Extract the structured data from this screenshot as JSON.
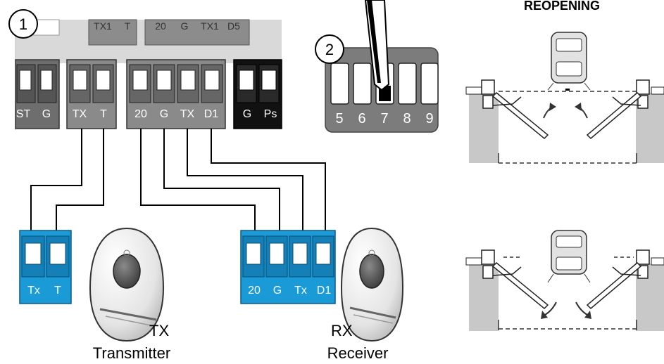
{
  "step1": {
    "number": "1"
  },
  "step2": {
    "number": "2"
  },
  "top_strip": {
    "labels": [
      "TX1",
      "T",
      "20",
      "G",
      "TX1",
      "D5"
    ]
  },
  "control_board": {
    "group_left": [
      "ST",
      "G"
    ],
    "group_tx": [
      "TX",
      "T"
    ],
    "group_rx": [
      "20",
      "G",
      "TX",
      "D1"
    ],
    "group_black": [
      "G",
      "Ps"
    ]
  },
  "dip_strip": {
    "numbers": [
      "5",
      "6",
      "7",
      "8",
      "9"
    ]
  },
  "tx_block": {
    "labels": [
      "Tx",
      "T"
    ]
  },
  "rx_block": {
    "labels": [
      "20",
      "G",
      "Tx",
      "D1"
    ]
  },
  "transmitter": {
    "code": "TX",
    "name": "Transmitter"
  },
  "receiver": {
    "code": "RX",
    "name": "Receiver"
  },
  "gate_section": {
    "title": "REOPENING"
  },
  "colors": {
    "terminal_blue": "#1a9bd7",
    "terminal_gray": "#7a7a7a",
    "board_gray": "#d7d7d7",
    "black_block": "#111111"
  }
}
